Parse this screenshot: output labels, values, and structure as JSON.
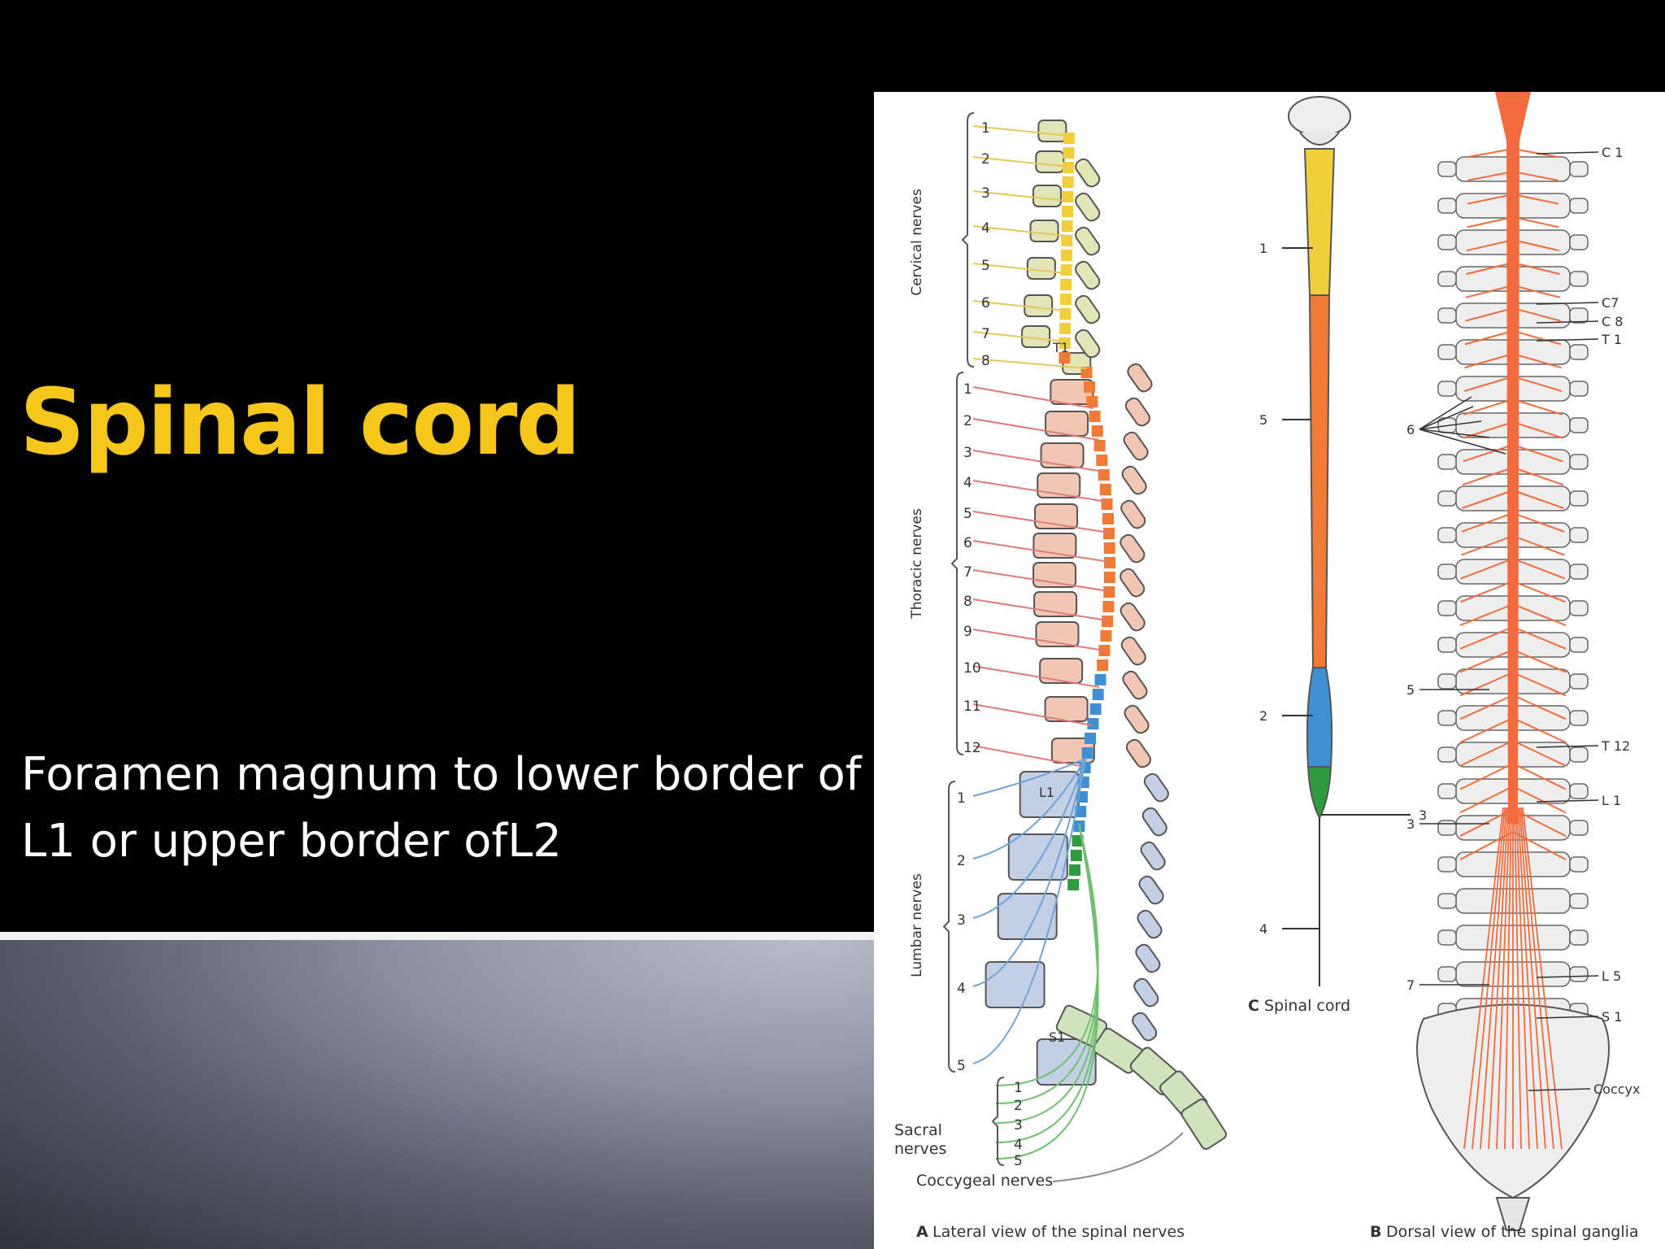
{
  "slide": {
    "title": "Spinal cord",
    "body_lines": [
      "Foramen magnum to lower border of",
      "L1  or upper border ofL2"
    ]
  },
  "colors": {
    "title": "#f7c61a",
    "cervical": "#f2cf3a",
    "thoracic": "#f07a36",
    "lumbar": "#3f8fd2",
    "sacral": "#2f9a3e",
    "nerve": "#f26b3c"
  },
  "figure": {
    "panel_a": {
      "caption_letter": "A",
      "caption": "Lateral view of the spinal nerves",
      "groups": [
        {
          "label": "Cervical nerves",
          "numbers": [
            "1",
            "2",
            "3",
            "4",
            "5",
            "6",
            "7",
            "8"
          ]
        },
        {
          "label": "Thoracic nerves",
          "numbers": [
            "1",
            "2",
            "3",
            "4",
            "5",
            "6",
            "7",
            "8",
            "9",
            "10",
            "11",
            "12"
          ]
        },
        {
          "label": "Lumbar nerves",
          "numbers": [
            "1",
            "2",
            "3",
            "4",
            "5"
          ]
        },
        {
          "label": "Sacral nerves",
          "label_lines": [
            "Sacral",
            "nerves"
          ],
          "numbers": [
            "1",
            "2",
            "3",
            "4",
            "5"
          ]
        },
        {
          "label": "Coccygeal nerves"
        }
      ],
      "vertebra_tags": [
        "T1",
        "L1",
        "S1"
      ]
    },
    "panel_c": {
      "caption_letter": "C",
      "caption": "Spinal cord",
      "labels": [
        "1",
        "5",
        "2",
        "3",
        "4"
      ]
    },
    "panel_b": {
      "caption_letter": "B",
      "caption": "Dorsal view of the spinal ganglia",
      "left_labels": [
        "6",
        "5",
        "3",
        "7"
      ],
      "right_labels": [
        "C 1",
        "C7",
        "C 8",
        "T 1",
        "T 12",
        "L 1",
        "L 5",
        "S 1",
        "Coccyx"
      ]
    }
  }
}
